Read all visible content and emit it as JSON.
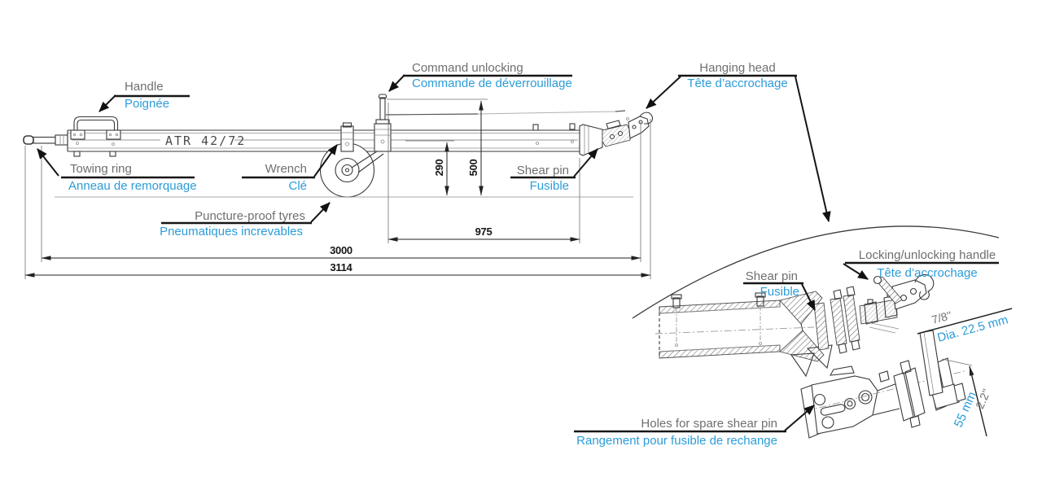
{
  "drawing": {
    "product": "ATR  42/72",
    "colors": {
      "en_label": "#6f6f6f",
      "fr_label": "#2b9cd8",
      "line": "#3a3a3a"
    },
    "main_view": {
      "labels": {
        "handle": {
          "en": "Handle",
          "fr": "Poignée"
        },
        "command_unlocking": {
          "en": "Command unlocking",
          "fr": "Commande de déverrouillage"
        },
        "hanging_head": {
          "en": "Hanging head",
          "fr": "Tête d’accrochage"
        },
        "towing_ring": {
          "en": "Towing ring",
          "fr": "Anneau de remorquage"
        },
        "wrench": {
          "en": "Wrench",
          "fr": "Clé"
        },
        "shear_pin": {
          "en": "Shear pin",
          "fr": "Fusible"
        },
        "tyres": {
          "en": "Puncture-proof tyres",
          "fr": "Pneumatiques increvables"
        }
      },
      "dimensions": {
        "rod_height": "500",
        "bar_height": "290",
        "wheel_to_head": "975",
        "body_length": "3000",
        "total_length": "3114"
      }
    },
    "detail_view": {
      "labels": {
        "locking_handle": {
          "en": "Locking/unlocking handle",
          "fr": "Tête d’accrochage"
        },
        "shear_pin": {
          "en": "Shear pin",
          "fr": "Fusible"
        },
        "spare_holes": {
          "en": "Holes for spare shear pin",
          "fr": "Rangement pour fusible de rechange"
        }
      },
      "dimensions": {
        "pin_diameter": {
          "inches": "7/8''",
          "metric": "Dia. 22.5 mm"
        },
        "pin_length": {
          "inches": "2.2''",
          "metric": "55 mm"
        }
      }
    }
  }
}
